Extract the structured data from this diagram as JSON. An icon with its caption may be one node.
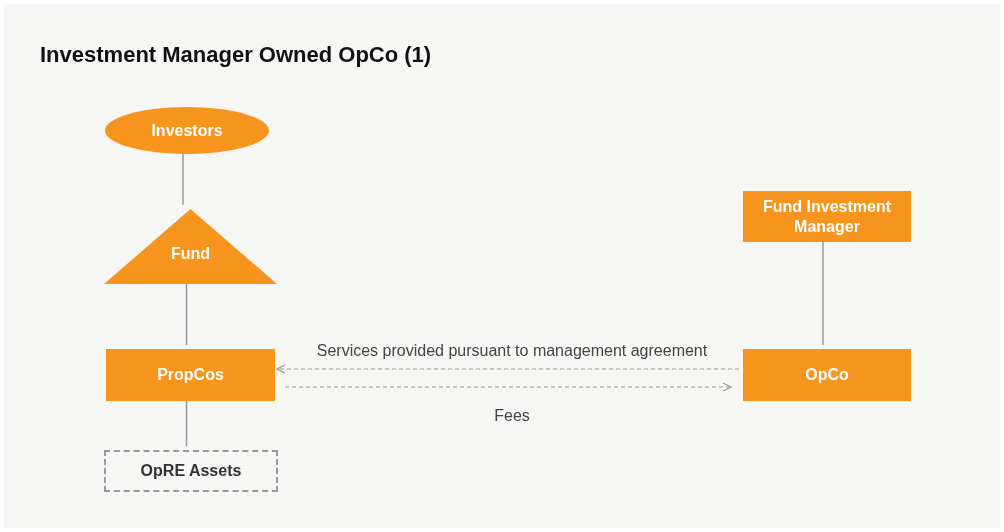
{
  "diagram": {
    "title": "Investment Manager Owned OpCo (1)",
    "nodes": [
      {
        "text": [
          "Investors"
        ]
      },
      {
        "text": [
          "Fund"
        ]
      },
      {
        "text": [
          "PropCos"
        ]
      },
      {
        "text": [
          "OpRE Assets"
        ]
      },
      {
        "text": [
          "Fund Investment Manager"
        ]
      },
      {
        "text": [
          "OpCo"
        ]
      }
    ],
    "edges": [
      {
        "from": 0,
        "to": 1,
        "arrow": "none"
      },
      {
        "from": 1,
        "to": 2,
        "arrow": "none"
      },
      {
        "from": 2,
        "to": 3,
        "arrow": "none"
      },
      {
        "from": 4,
        "to": 5,
        "arrow": "none"
      },
      {
        "from": 5,
        "to": 2,
        "arrow": "to",
        "style": "dashed",
        "label": "Services provided pursuant to management agreement"
      },
      {
        "from": 2,
        "to": 5,
        "arrow": "to",
        "style": "dashed",
        "label": "Fees"
      }
    ]
  }
}
